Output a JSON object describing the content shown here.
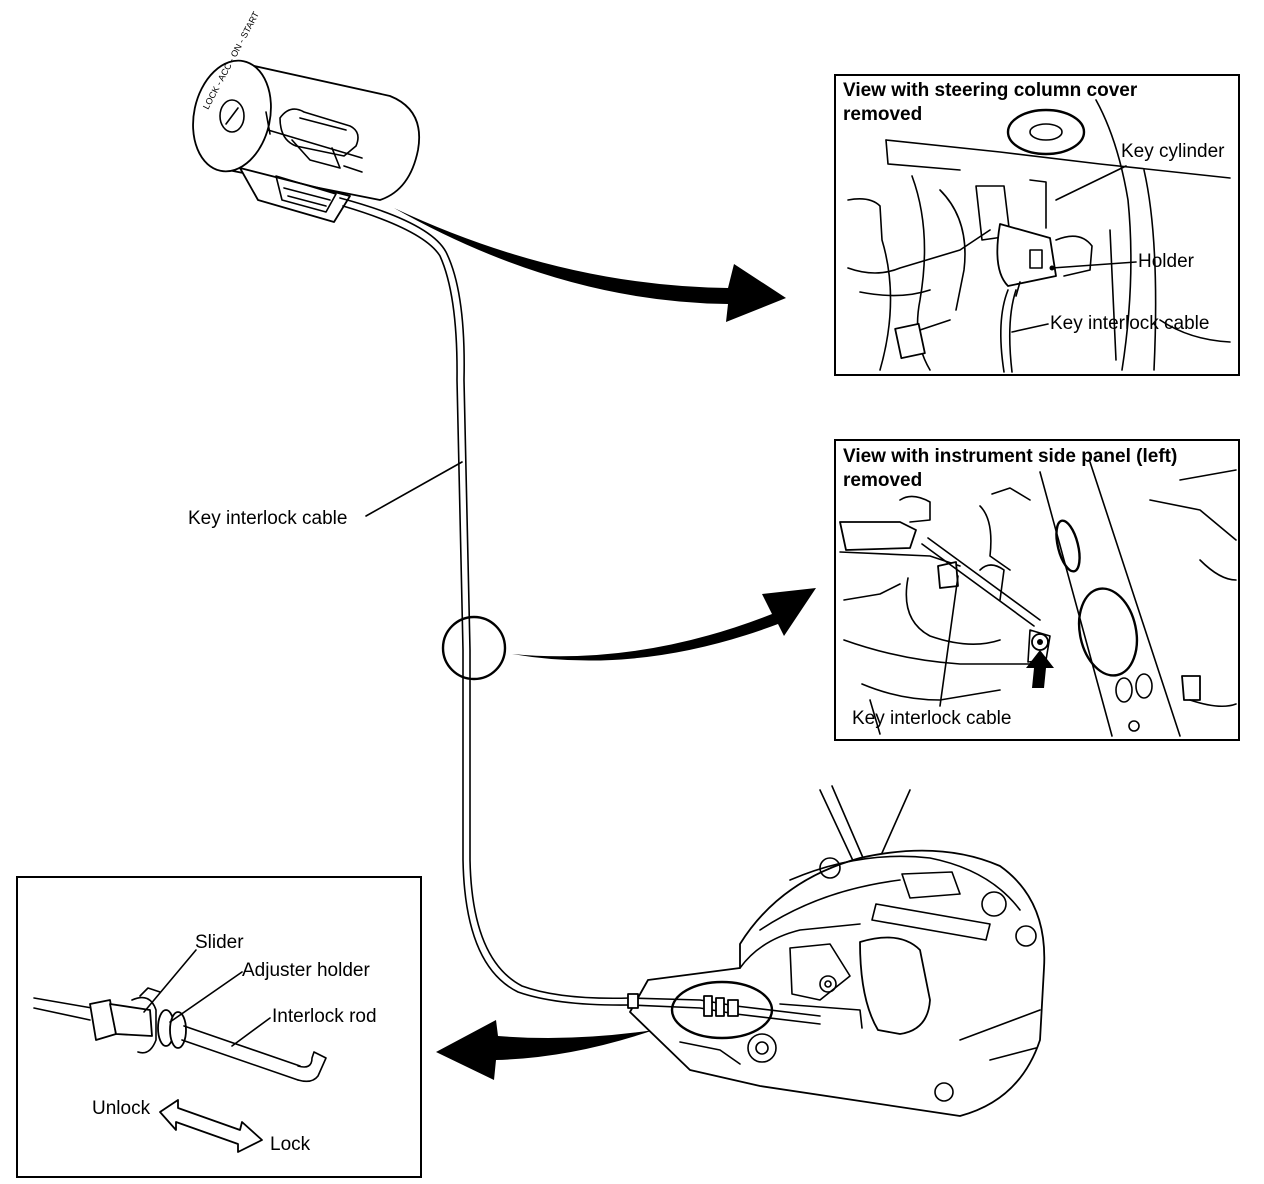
{
  "cylinder_marking": "LOCK - ACC - ON - START",
  "main": {
    "cable_label": "Key interlock cable"
  },
  "top_inset": {
    "title_line1": "View with steering column cover",
    "title_line2": "removed",
    "labels": {
      "key_cylinder": "Key cylinder",
      "holder": "Holder",
      "cable": "Key interlock cable"
    }
  },
  "middle_inset": {
    "title_line1": "View with instrument side panel (left)",
    "title_line2": "removed",
    "labels": {
      "cable": "Key interlock cable"
    }
  },
  "bottom_inset": {
    "labels": {
      "slider": "Slider",
      "adjuster_holder": "Adjuster holder",
      "interlock_rod": "Interlock rod",
      "unlock": "Unlock",
      "lock": "Lock"
    }
  }
}
